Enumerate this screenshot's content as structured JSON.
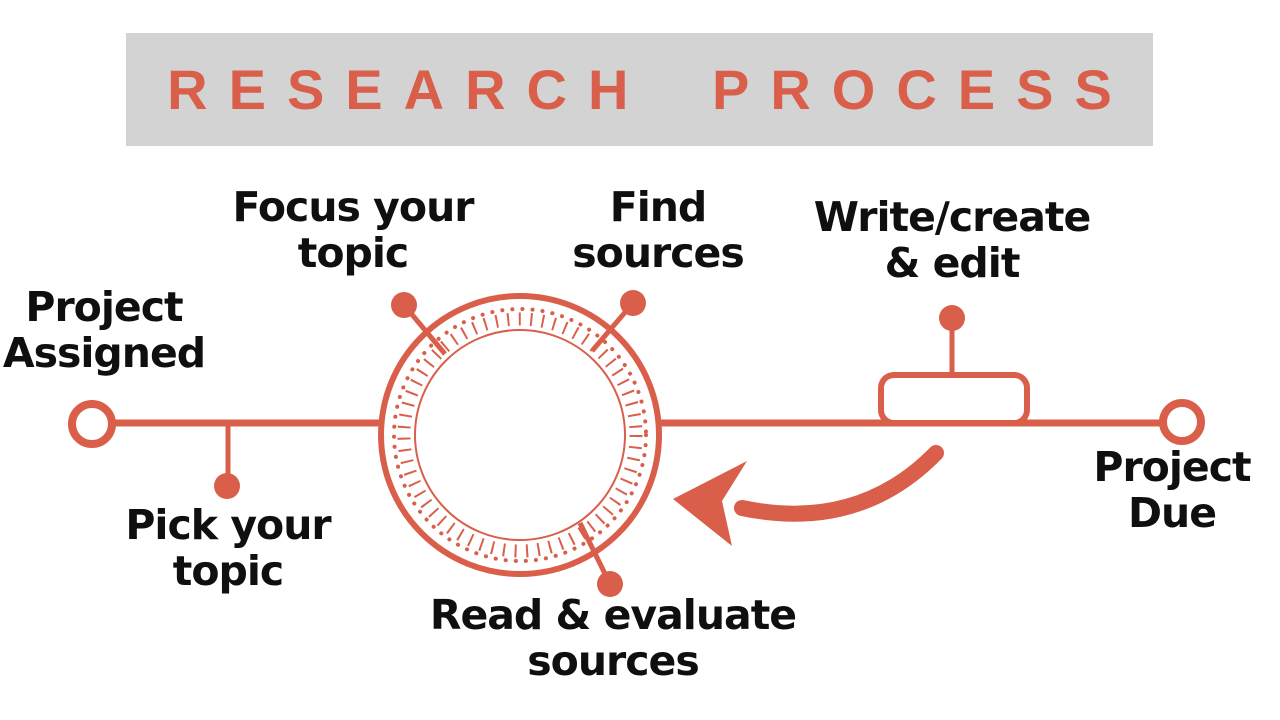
{
  "title": "RESEARCH PROCESS",
  "colors": {
    "accent": "#d95f4a",
    "banner": "#d3d3d3",
    "ink": "#0f0f0f"
  },
  "timeline": {
    "start": {
      "label_line1": "Project",
      "label_line2": "Assigned"
    },
    "end": {
      "label_line1": "Project",
      "label_line2": "Due"
    },
    "steps": [
      {
        "name": "pick-your-topic",
        "label_line1": "Pick your",
        "label_line2": "topic",
        "placement": "below-line"
      },
      {
        "name": "focus-your-topic",
        "label_line1": "Focus your",
        "label_line2": "topic",
        "placement": "above-circle"
      },
      {
        "name": "find-sources",
        "label_line1": "Find",
        "label_line2": "sources",
        "placement": "above-circle"
      },
      {
        "name": "read-evaluate-sources",
        "label_line1": "Read & evaluate",
        "label_line2": "sources",
        "placement": "below-circle"
      },
      {
        "name": "write-create-edit",
        "label_line1": "Write/create",
        "label_line2": "& edit",
        "placement": "above-line"
      }
    ]
  }
}
